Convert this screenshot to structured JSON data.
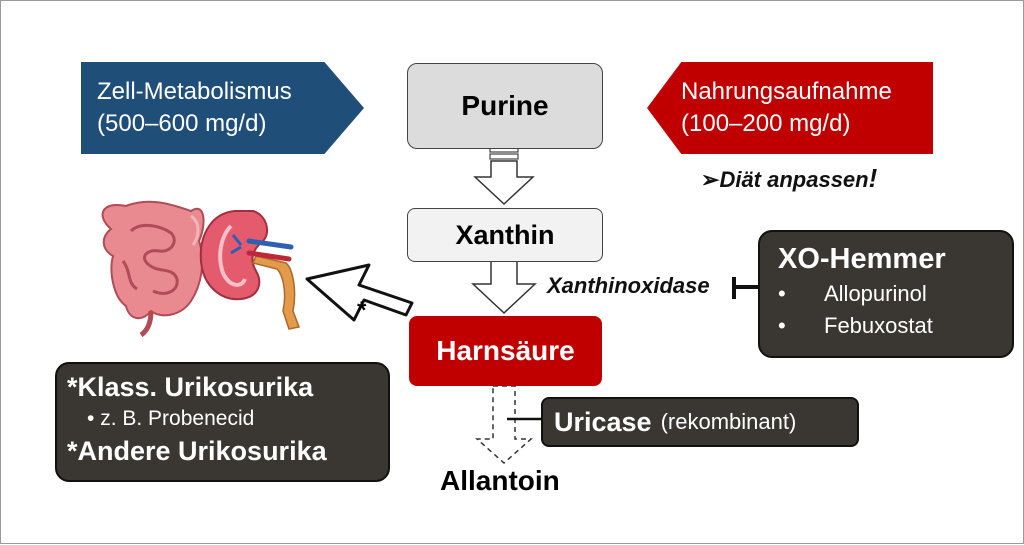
{
  "sources": {
    "cell": {
      "line1": "Zell-Metabolismus",
      "line2": "(500–600 mg/d)",
      "color": "#1f4e79"
    },
    "diet": {
      "line1": "Nahrungsaufnahme",
      "line2": "(100–200 mg/d)",
      "color": "#c00000"
    },
    "diet_advice": {
      "bullet": "➢",
      "text": "Diät anpassen",
      "emphasis": "!"
    }
  },
  "nodes": {
    "purine": "Purine",
    "xanthin": "Xanthin",
    "harnsaeure": "Harnsäure",
    "allantoin": "Allantoin"
  },
  "enzymes": {
    "xanthinoxidase": "Xanthinoxidase"
  },
  "xo_inhibitors": {
    "title": "XO-Hemmer",
    "items": [
      "Allopurinol",
      "Febuxostat"
    ]
  },
  "uricase": {
    "name": "Uricase",
    "note": "(rekombinant)"
  },
  "uricosurics": {
    "line1": "*Klass. Urikosurika",
    "example_bullet": "•",
    "example": "z. B. Probenecid",
    "line2": "*Andere Urikosurika"
  },
  "excretion_marker": "*",
  "organs": [
    "intestine-icon",
    "kidney-icon"
  ],
  "colors": {
    "red": "#c00000",
    "blue": "#1f4e79",
    "dark": "#3a3632",
    "gray": "#dcdcdc"
  }
}
